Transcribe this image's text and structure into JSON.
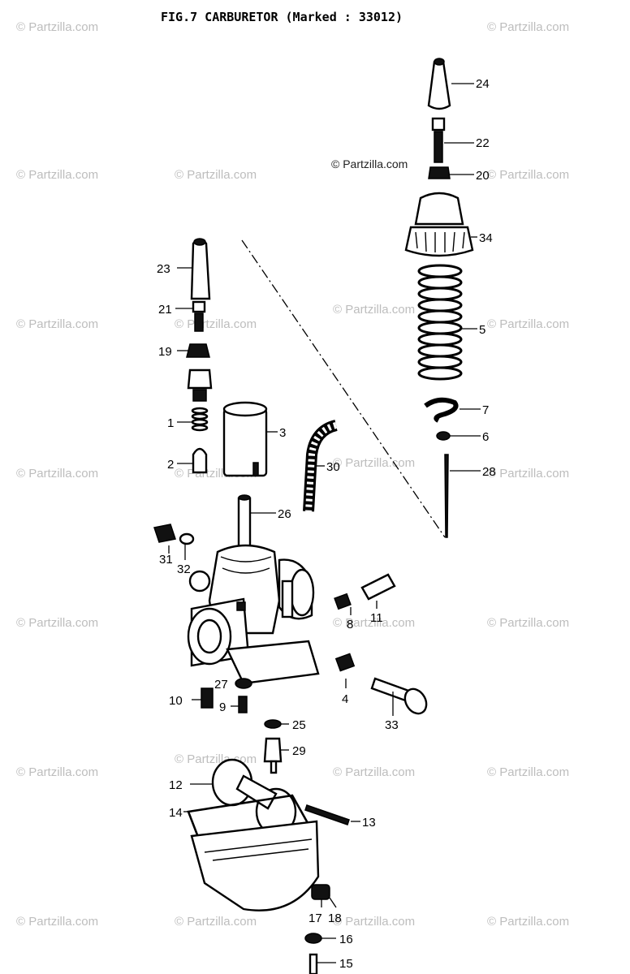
{
  "title": "FIG.7  CARBURETOR (Marked : 33012)",
  "watermark": "© Partzilla.com",
  "watermark_center": "© Partzilla.com",
  "callouts": [
    {
      "id": "24",
      "label": "24"
    },
    {
      "id": "22",
      "label": "22"
    },
    {
      "id": "20",
      "label": "20"
    },
    {
      "id": "34",
      "label": "34"
    },
    {
      "id": "5",
      "label": "5"
    },
    {
      "id": "7",
      "label": "7"
    },
    {
      "id": "6",
      "label": "6"
    },
    {
      "id": "28",
      "label": "28"
    },
    {
      "id": "23",
      "label": "23"
    },
    {
      "id": "21",
      "label": "21"
    },
    {
      "id": "19",
      "label": "19"
    },
    {
      "id": "1",
      "label": "1"
    },
    {
      "id": "3",
      "label": "3"
    },
    {
      "id": "2",
      "label": "2"
    },
    {
      "id": "30",
      "label": "30"
    },
    {
      "id": "26",
      "label": "26"
    },
    {
      "id": "31",
      "label": "31"
    },
    {
      "id": "32",
      "label": "32"
    },
    {
      "id": "8",
      "label": "8"
    },
    {
      "id": "11",
      "label": "11"
    },
    {
      "id": "4",
      "label": "4"
    },
    {
      "id": "33",
      "label": "33"
    },
    {
      "id": "27",
      "label": "27"
    },
    {
      "id": "10",
      "label": "10"
    },
    {
      "id": "9",
      "label": "9"
    },
    {
      "id": "25",
      "label": "25"
    },
    {
      "id": "29",
      "label": "29"
    },
    {
      "id": "12",
      "label": "12"
    },
    {
      "id": "14",
      "label": "14"
    },
    {
      "id": "13",
      "label": "13"
    },
    {
      "id": "17",
      "label": "17"
    },
    {
      "id": "18",
      "label": "18"
    },
    {
      "id": "16",
      "label": "16"
    },
    {
      "id": "15",
      "label": "15"
    }
  ]
}
